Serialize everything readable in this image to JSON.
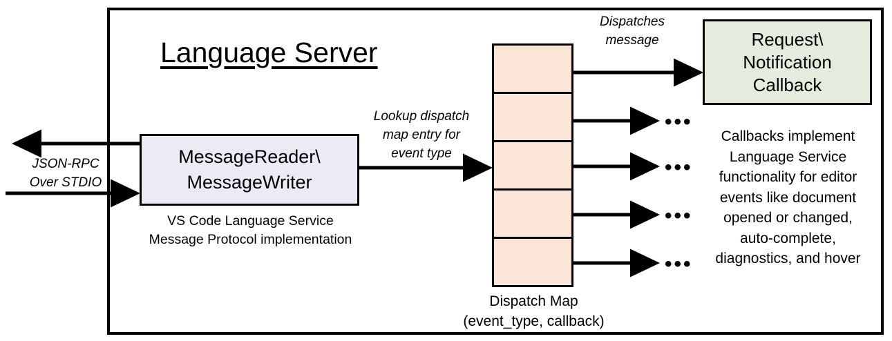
{
  "diagram": {
    "outer": {
      "title": "Language Server"
    },
    "left_io": {
      "label_line1": "JSON-RPC",
      "label_line2": "Over STDIO",
      "outbound_arrow": "arrow-left-out",
      "inbound_arrow": "arrow-right-in"
    },
    "message_box": {
      "line1": "MessageReader\\",
      "line2": "MessageWriter",
      "caption_line1": "VS Code Language Service",
      "caption_line2": "Message Protocol implementation",
      "fill": "#EDEAF4"
    },
    "lookup_label": {
      "line1": "Lookup dispatch",
      "line2": "map entry for",
      "line3": "event type"
    },
    "dispatch_map": {
      "fill": "#FBE5D6",
      "rows": 5,
      "caption_line1": "Dispatch Map",
      "caption_line2": "(event_type, callback)"
    },
    "dispatches_label": {
      "line1": "Dispatches",
      "line2": "message"
    },
    "callback_box": {
      "line1": "Request\\",
      "line2": "Notification",
      "line3": "Callback",
      "fill": "#E4EDDD",
      "caption_line1": "Callbacks implement",
      "caption_line2": "Language Service",
      "caption_line3": "functionality for editor",
      "caption_line4": "events like document",
      "caption_line5": "opened or changed,",
      "caption_line6": "auto-complete,",
      "caption_line7": "diagnostics, and hover"
    },
    "ellipsis": "•••",
    "colors": {
      "stroke": "#000000",
      "background": "#FFFFFF"
    }
  }
}
